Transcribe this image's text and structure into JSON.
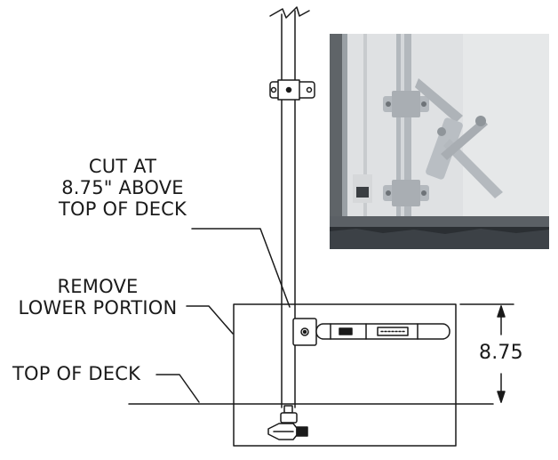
{
  "labels": {
    "cut_line1": "CUT AT",
    "cut_line2": "8.75\" ABOVE",
    "cut_line3": "TOP OF DECK",
    "remove_line1": "REMOVE",
    "remove_line2": "LOWER PORTION",
    "top_of_deck": "TOP OF DECK",
    "dimension": "8.75"
  },
  "colors": {
    "line": "#1a1a1a",
    "photo_door": "#dfe1e3",
    "photo_metal": "#b9bec3",
    "photo_ground": "#2b2f33"
  }
}
